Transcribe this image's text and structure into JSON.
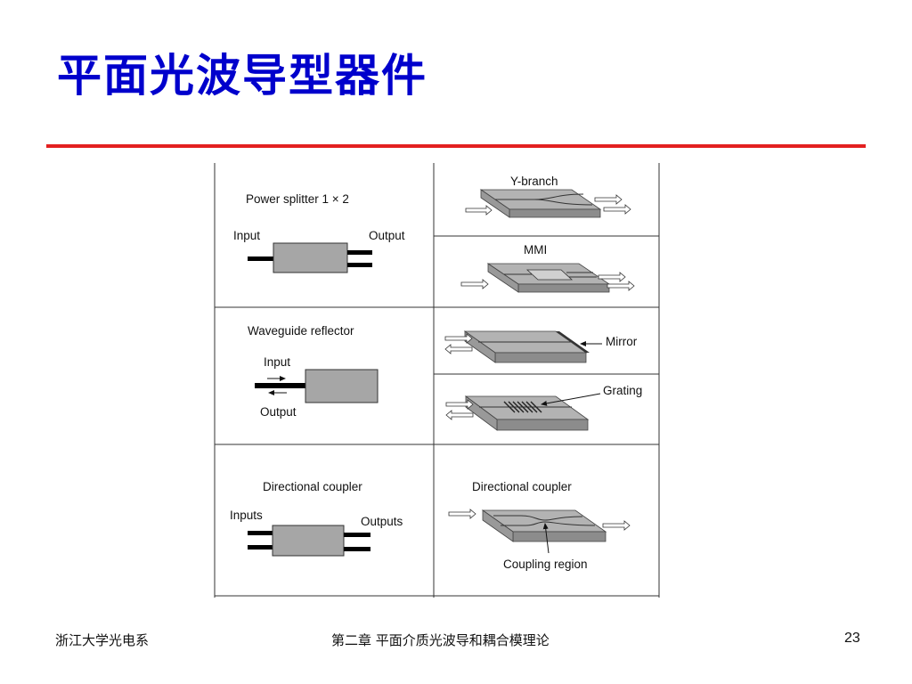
{
  "slide": {
    "title": "平面光波导型器件",
    "footer_left": "浙江大学光电系",
    "footer_center": "第二章 平面介质光波导和耦合模理论",
    "page_number": "23"
  },
  "diagram": {
    "power_splitter": {
      "title": "Power splitter  1 × 2",
      "input": "Input",
      "output": "Output"
    },
    "y_branch": {
      "title": "Y-branch"
    },
    "mmi": {
      "title": "MMI"
    },
    "reflector": {
      "title": "Waveguide reflector",
      "input": "Input",
      "output": "Output"
    },
    "mirror": {
      "label": "Mirror"
    },
    "grating": {
      "label": "Grating"
    },
    "coupler_schematic": {
      "title": "Directional coupler",
      "inputs": "Inputs",
      "outputs": "Outputs"
    },
    "coupler_device": {
      "title": "Directional coupler",
      "region": "Coupling region"
    }
  },
  "colors": {
    "title": "#0000cc",
    "rule": "#e32020",
    "chip_top": "#b3b3b3",
    "chip_side": "#8c8c8c",
    "box_fill": "#a6a6a6"
  }
}
